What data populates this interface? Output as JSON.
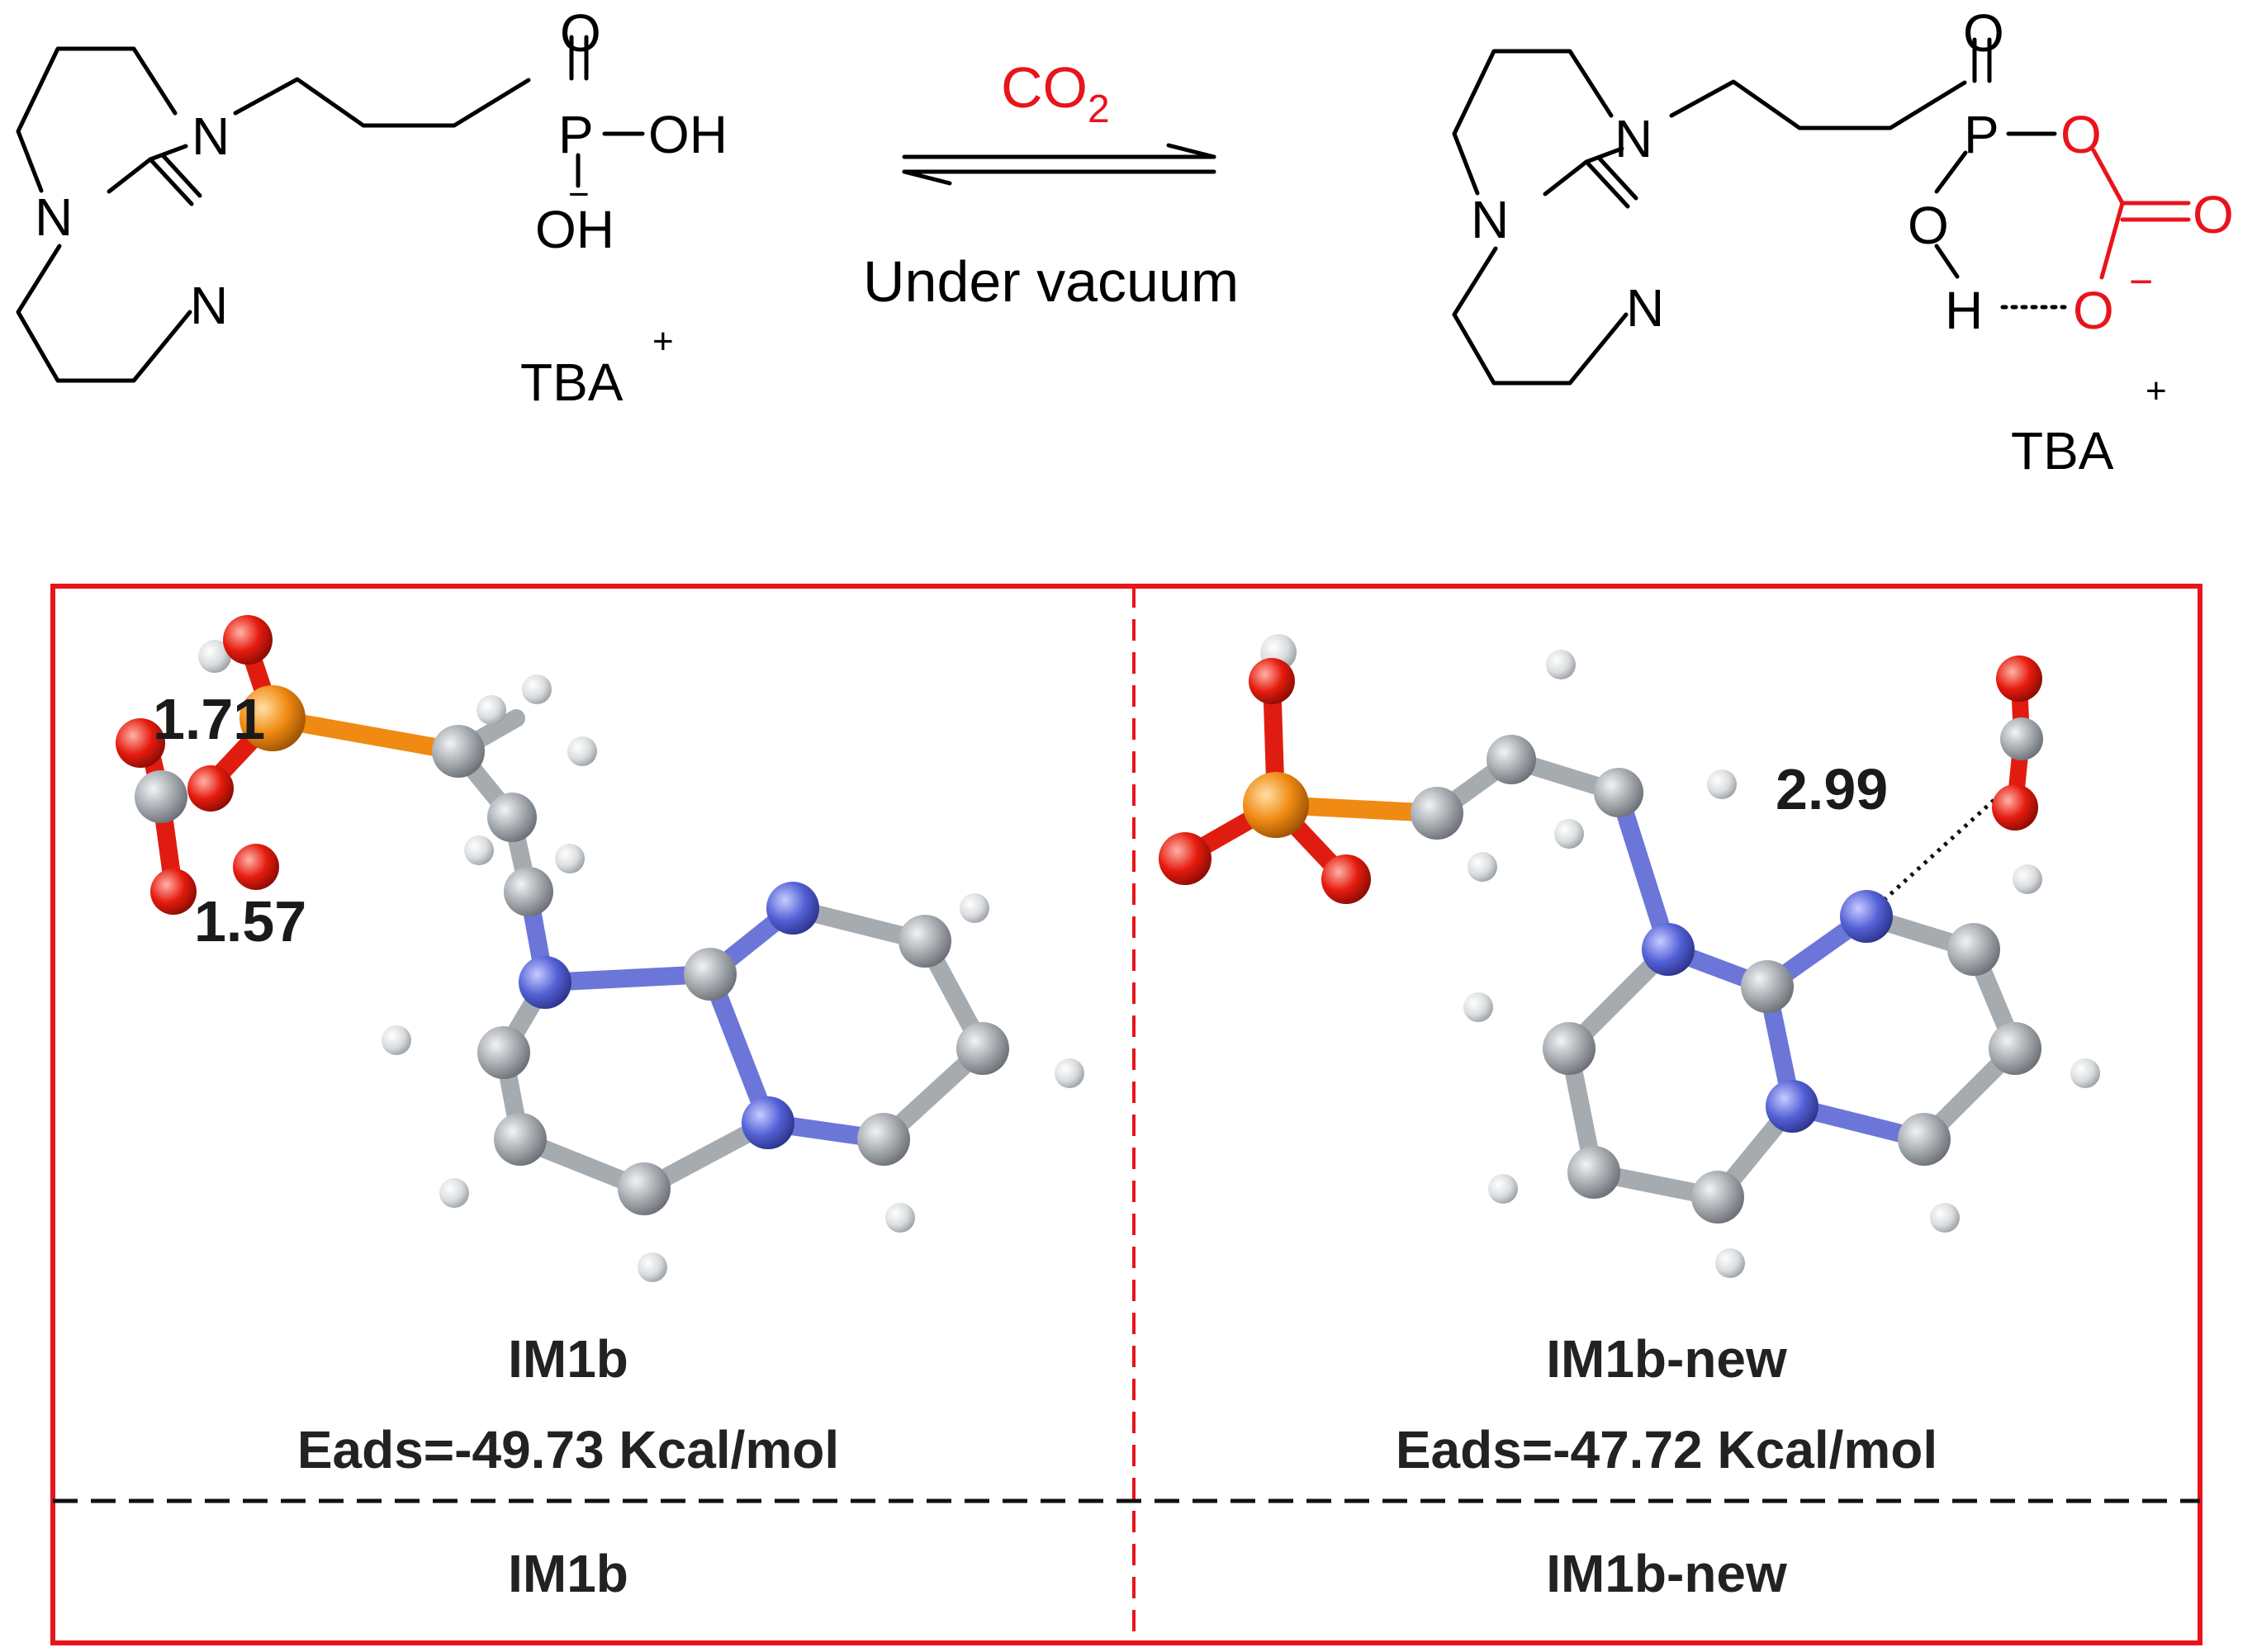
{
  "reaction": {
    "reactant_cation": "TBA",
    "product_cation": "TBA",
    "charge_plus": "+",
    "charge_minus": "−",
    "forward_condition": "CO",
    "forward_condition_sub": "2",
    "reverse_condition": "Under vacuum",
    "atoms": {
      "N": "N",
      "P": "P",
      "O": "O",
      "OH": "OH",
      "H": "H"
    }
  },
  "panels": {
    "left": {
      "title": "IM1b",
      "energy": "Eads=-49.73 Kcal/mol",
      "footer": "IM1b",
      "distances": [
        "1.71",
        "1.57"
      ]
    },
    "right": {
      "title": "IM1b-new",
      "energy": "Eads=-47.72 Kcal/mol",
      "footer": "IM1b-new",
      "distances": [
        "2.99"
      ]
    }
  },
  "colors": {
    "frame": "#e8141c",
    "highlight": "#e8141c",
    "carbon": "#9ea3a8",
    "nitrogen": "#4f5ccf",
    "oxygen": "#e01c10",
    "phosphorus": "#f08a12",
    "hydrogen": "#e6e8ea"
  }
}
